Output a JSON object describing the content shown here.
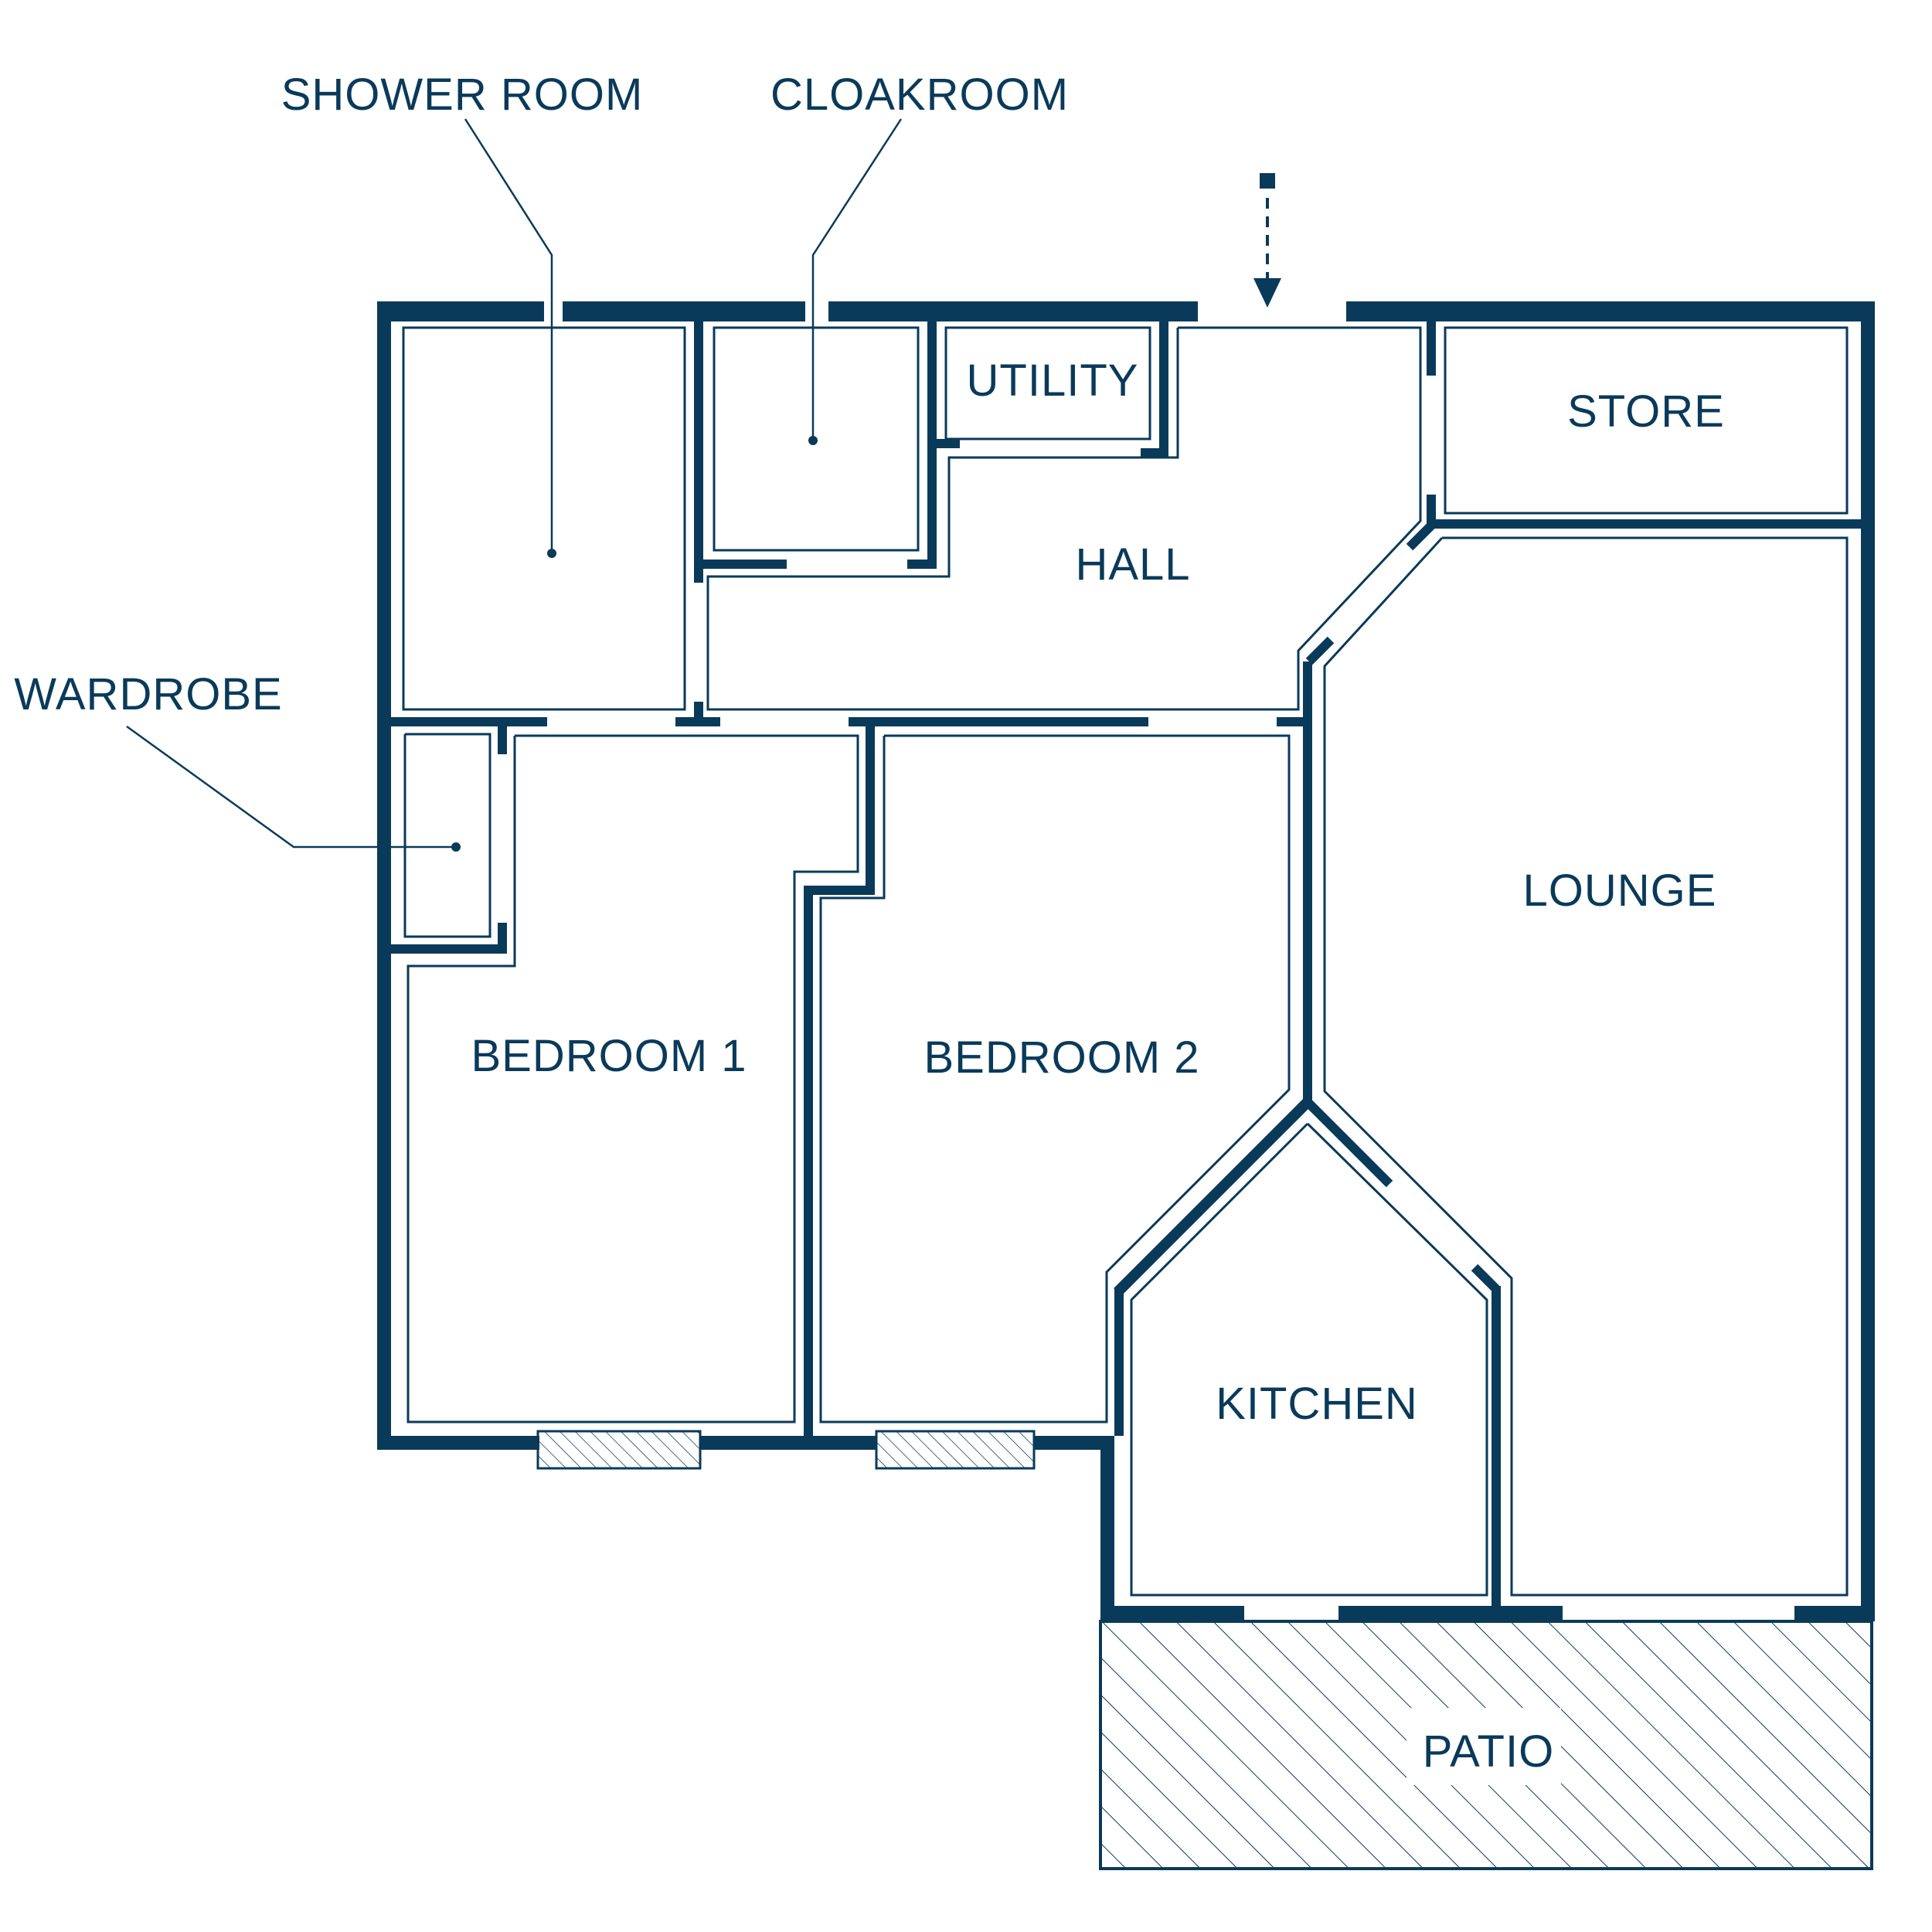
{
  "colors": {
    "wall": "#0a3a5a",
    "background": "#ffffff"
  },
  "rooms": {
    "shower_room": "SHOWER ROOM",
    "cloakroom": "CLOAKROOM",
    "utility": "UTILITY",
    "hall": "HALL",
    "store": "STORE",
    "wardrobe": "WARDROBE",
    "lounge": "LOUNGE",
    "bedroom1": "BEDROOM 1",
    "bedroom2": "BEDROOM 2",
    "kitchen": "KITCHEN",
    "patio": "PATIO"
  },
  "icons": {
    "entrance": "entrance-arrow-icon"
  }
}
